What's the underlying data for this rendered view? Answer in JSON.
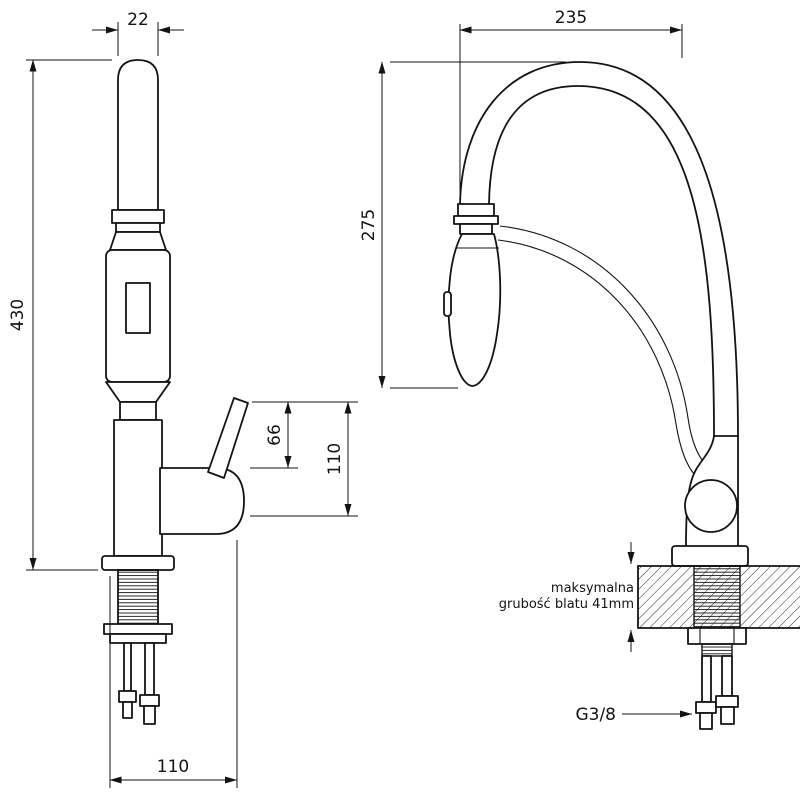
{
  "drawing": {
    "colors": {
      "ink": "#131313",
      "paper": "#ffffff"
    },
    "dims": {
      "spout_tube_width": "22",
      "total_height": "430",
      "handle_rise": "66",
      "handle_offset": "110",
      "base_footprint": "110",
      "spout_reach": "235",
      "spray_drop": "275"
    },
    "notes": {
      "counter_line1": "maksymalna",
      "counter_line2": "grubość blatu 41mm",
      "connection_thread": "G3/8"
    }
  }
}
